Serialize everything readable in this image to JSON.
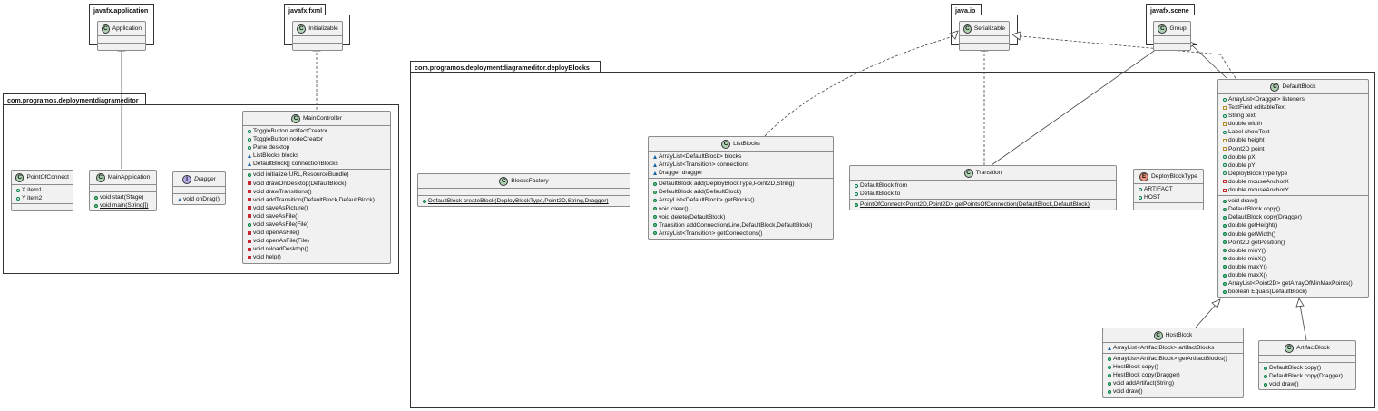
{
  "packages": [
    {
      "id": "p_fxapp",
      "name": "javafx.application"
    },
    {
      "id": "p_fxfxml",
      "name": "javafx.fxml"
    },
    {
      "id": "p_javaio",
      "name": "java.io"
    },
    {
      "id": "p_fxscene",
      "name": "javafx.scene"
    },
    {
      "id": "p_main",
      "name": "com.programos.deploymentdiagrameditor"
    },
    {
      "id": "p_blocks",
      "name": "com.programos.deploymentdiagrameditor.deployBlocks"
    }
  ],
  "classes": [
    {
      "id": "c_app",
      "kind": "C",
      "name": "Application",
      "fields": [],
      "methods": []
    },
    {
      "id": "c_init",
      "kind": "C",
      "name": "Initializable",
      "fields": [],
      "methods": []
    },
    {
      "id": "c_ser",
      "kind": "C",
      "name": "Serializable",
      "fields": [],
      "methods": []
    },
    {
      "id": "c_group",
      "kind": "C",
      "name": "Group",
      "fields": [],
      "methods": []
    },
    {
      "id": "c_poc",
      "kind": "C",
      "name": "PointOfConnect",
      "fields": [
        {
          "vis": "pubf",
          "text": "X item1"
        },
        {
          "vis": "pubf",
          "text": "Y item2"
        }
      ],
      "methods": []
    },
    {
      "id": "c_mainapp",
      "kind": "C",
      "name": "MainApplication",
      "fields": [],
      "methods": [
        {
          "vis": "pub",
          "text": "void start(Stage)"
        },
        {
          "vis": "pub",
          "text": "void main(String[])",
          "u": true
        }
      ]
    },
    {
      "id": "c_dragger",
      "kind": "I",
      "name": "Dragger",
      "italic": true,
      "fields": [],
      "methods": [
        {
          "vis": "pkgf",
          "text": "void onDrag()"
        }
      ]
    },
    {
      "id": "c_mainctrl",
      "kind": "C",
      "name": "MainController",
      "fields": [
        {
          "vis": "pubf",
          "text": "ToggleButton artifactCreator"
        },
        {
          "vis": "pubf",
          "text": "ToggleButton nodeCreator"
        },
        {
          "vis": "pubf",
          "text": "Pane desktop"
        },
        {
          "vis": "pkgo",
          "text": "ListBlocks blocks"
        },
        {
          "vis": "pkgo",
          "text": "DefaultBlock[] connectionBlocks"
        }
      ],
      "methods": [
        {
          "vis": "pub",
          "text": "void initialize(URL,ResourceBundle)"
        },
        {
          "vis": "privf",
          "text": "void drawOnDesktop(DefaultBlock)"
        },
        {
          "vis": "privf",
          "text": "void drawTransitions()"
        },
        {
          "vis": "privf",
          "text": "void addTransition(DefaultBlock,DefaultBlock)"
        },
        {
          "vis": "privf",
          "text": "void saveAsPicture()"
        },
        {
          "vis": "privf",
          "text": "void saveAsFile()"
        },
        {
          "vis": "pub",
          "text": "void saveAsFile(File)"
        },
        {
          "vis": "privf",
          "text": "void openAsFile()"
        },
        {
          "vis": "privf",
          "text": "void openAsFile(File)"
        },
        {
          "vis": "privf",
          "text": "void reloadDesktop()"
        },
        {
          "vis": "privf",
          "text": "void help()"
        }
      ]
    },
    {
      "id": "c_factory",
      "kind": "C",
      "name": "BlocksFactory",
      "fields": [],
      "methods": [
        {
          "vis": "pub",
          "text": "DefaultBlock createBlock(DeployBlockType,Point2D,String,Dragger)",
          "u": true
        }
      ]
    },
    {
      "id": "c_list",
      "kind": "C",
      "name": "ListBlocks",
      "fields": [
        {
          "vis": "pkgo",
          "text": "ArrayList<DefaultBlock> blocks"
        },
        {
          "vis": "pkgo",
          "text": "ArrayList<Transition> connections"
        },
        {
          "vis": "pkgo",
          "text": "Dragger dragger"
        }
      ],
      "methods": [
        {
          "vis": "pub",
          "text": "DefaultBlock add(DeployBlockType,Point2D,String)"
        },
        {
          "vis": "pub",
          "text": "DefaultBlock add(DefaultBlock)"
        },
        {
          "vis": "pub",
          "text": "ArrayList<DefaultBlock> getBlocks()"
        },
        {
          "vis": "pub",
          "text": "void clear()"
        },
        {
          "vis": "pub",
          "text": "void delete(DefaultBlock)"
        },
        {
          "vis": "pub",
          "text": "Transition addConnection(Line,DefaultBlock,DefaultBlock)"
        },
        {
          "vis": "pub",
          "text": "ArrayList<Transition> getConnections()"
        }
      ]
    },
    {
      "id": "c_trans",
      "kind": "C",
      "name": "Transition",
      "fields": [
        {
          "vis": "pubf",
          "text": "DefaultBlock from"
        },
        {
          "vis": "pubf",
          "text": "DefaultBlock to"
        }
      ],
      "methods": [
        {
          "vis": "pub",
          "text": "PointOfConnect<Point2D,Point2D> getPointsOfConnection(DefaultBlock,DefaultBlock)",
          "u": true
        }
      ]
    },
    {
      "id": "c_dbt",
      "kind": "E",
      "name": "DeployBlockType",
      "fields": [
        {
          "vis": "pubf",
          "text": "ARTIFACT"
        },
        {
          "vis": "pubf",
          "text": "HOST"
        }
      ],
      "methods": []
    },
    {
      "id": "c_default",
      "kind": "C",
      "name": "DefaultBlock",
      "fields": [
        {
          "vis": "pubf",
          "text": "ArrayList<Dragger> listeners"
        },
        {
          "vis": "prot",
          "text": "TextField editableText"
        },
        {
          "vis": "pubf",
          "text": "String text"
        },
        {
          "vis": "prot",
          "text": "double width"
        },
        {
          "vis": "pubf",
          "text": "Label showText"
        },
        {
          "vis": "prot",
          "text": "double height"
        },
        {
          "vis": "prot",
          "text": "Point2D point"
        },
        {
          "vis": "pubf",
          "text": "double pX"
        },
        {
          "vis": "pubf",
          "text": "double pY"
        },
        {
          "vis": "pubf",
          "text": "DeployBlockType type"
        },
        {
          "vis": "privo",
          "text": "double mouseAnchorX"
        },
        {
          "vis": "privo",
          "text": "double mouseAnchorY"
        }
      ],
      "methods": [
        {
          "vis": "pub",
          "text": "void draw()"
        },
        {
          "vis": "pub",
          "text": "DefaultBlock copy()"
        },
        {
          "vis": "pub",
          "text": "DefaultBlock copy(Dragger)"
        },
        {
          "vis": "pub",
          "text": "double getHeight()"
        },
        {
          "vis": "pub",
          "text": "double getWidth()"
        },
        {
          "vis": "pub",
          "text": "Point2D getPosition()"
        },
        {
          "vis": "pub",
          "text": "double minY()"
        },
        {
          "vis": "pub",
          "text": "double minX()"
        },
        {
          "vis": "pub",
          "text": "double maxY()"
        },
        {
          "vis": "pub",
          "text": "double maxX()"
        },
        {
          "vis": "pub",
          "text": "ArrayList<Point2D> getArrayOfMinMaxPoints()"
        },
        {
          "vis": "pub",
          "text": "boolean Equals(DefaultBlock)"
        }
      ]
    },
    {
      "id": "c_host",
      "kind": "C",
      "name": "HostBlock",
      "fields": [
        {
          "vis": "pkgo",
          "text": "ArrayList<ArtifactBlock> artifactBlocks"
        }
      ],
      "methods": [
        {
          "vis": "pub",
          "text": "ArrayList<ArtifactBlock> getArtifactBlocks()"
        },
        {
          "vis": "pub",
          "text": "HostBlock copy()"
        },
        {
          "vis": "pub",
          "text": "HostBlock copy(Dragger)"
        },
        {
          "vis": "pub",
          "text": "void addArtifact(String)"
        },
        {
          "vis": "pub",
          "text": "void draw()"
        }
      ]
    },
    {
      "id": "c_artifact",
      "kind": "C",
      "name": "ArtifactBlock",
      "fields": [],
      "methods": [
        {
          "vis": "pub",
          "text": "DefaultBlock copy()"
        },
        {
          "vis": "pub",
          "text": "DefaultBlock copy(Dragger)"
        },
        {
          "vis": "pub",
          "text": "void draw()"
        }
      ]
    }
  ],
  "relations": [
    {
      "from": "c_mainapp",
      "to": "c_app",
      "type": "extends"
    },
    {
      "from": "c_mainctrl",
      "to": "c_init",
      "type": "implements"
    },
    {
      "from": "c_list",
      "to": "c_ser",
      "type": "implements"
    },
    {
      "from": "c_trans",
      "to": "c_ser",
      "type": "implements"
    },
    {
      "from": "c_default",
      "to": "c_ser",
      "type": "implements"
    },
    {
      "from": "c_trans",
      "to": "c_group",
      "type": "extends"
    },
    {
      "from": "c_default",
      "to": "c_group",
      "type": "extends"
    },
    {
      "from": "c_host",
      "to": "c_default",
      "type": "extends"
    },
    {
      "from": "c_artifact",
      "to": "c_default",
      "type": "extends"
    }
  ],
  "colors": {
    "class_fill": "#f1f1f1",
    "class_border": "#8c8c8c",
    "line": "#444444",
    "badge_class": "#add1b2",
    "badge_interface": "#b4a7e5",
    "badge_enum": "#eb937f"
  }
}
